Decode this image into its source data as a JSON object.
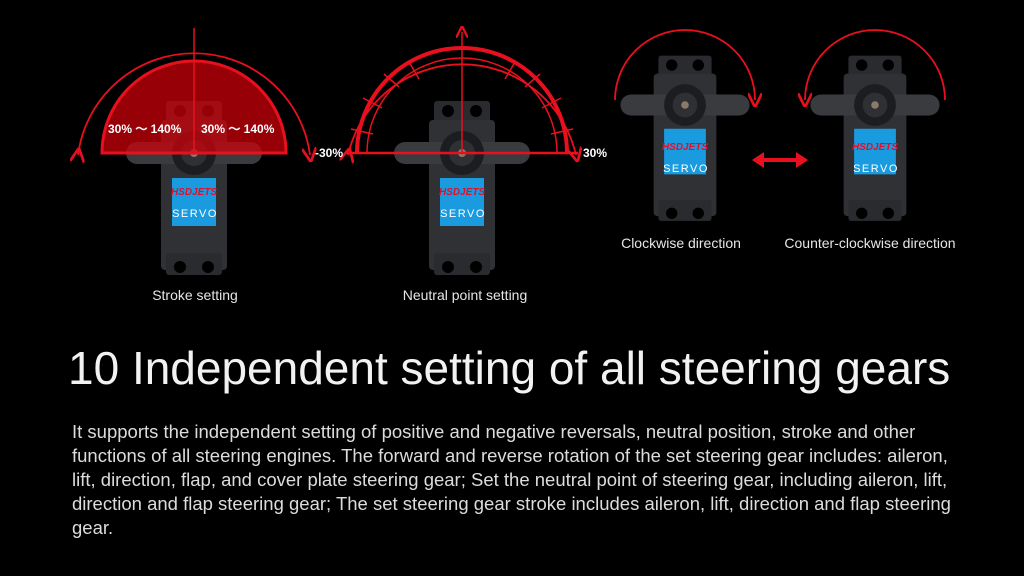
{
  "diagrams": [
    {
      "caption": "Stroke setting",
      "left_range": "30% ～ 140%",
      "right_range": "30% ～ 140%"
    },
    {
      "caption": "Neutral point setting",
      "left_limit": "-30%",
      "right_limit": "30%"
    },
    {
      "caption": "Clockwise direction"
    },
    {
      "caption": "Counter-clockwise direction"
    }
  ],
  "servo_label": {
    "brand": "HSDJETS",
    "type": "SERVO"
  },
  "heading": "10 Independent setting of all steering gears",
  "description": "It supports the independent setting of positive and negative reversals, neutral position, stroke and other functions of all steering engines. The forward and reverse rotation of the set steering gear includes: aileron, lift, direction, flap, and cover plate steering gear; Set the neutral point of steering gear, including aileron, lift, direction and flap steering gear; The set steering gear stroke includes aileron, lift, direction and flap steering gear.",
  "colors": {
    "accent": "#e8101e",
    "label_blue": "#1a9be0",
    "background": "#000000"
  }
}
